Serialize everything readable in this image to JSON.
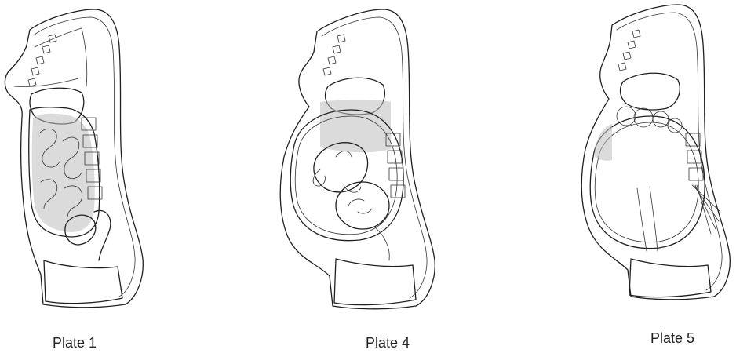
{
  "plates": [
    {
      "caption": "Plate 1"
    },
    {
      "caption": "Plate 4"
    },
    {
      "caption": "Plate 5"
    }
  ]
}
